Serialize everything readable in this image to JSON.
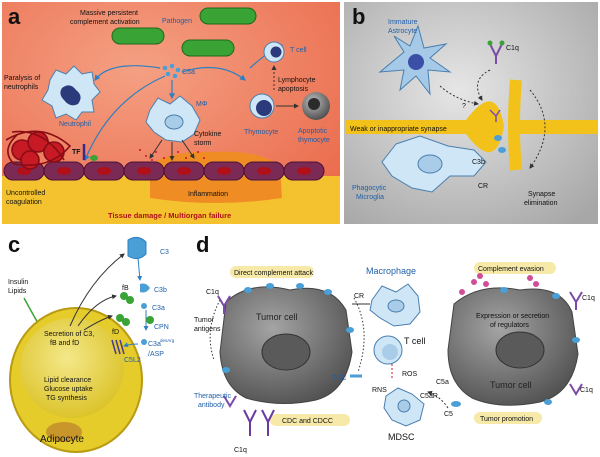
{
  "panels": {
    "a": {
      "label": "a",
      "texts": {
        "pathogen": "Pathogen",
        "massive": "Massive persistent",
        "complement_activation": "complement activation",
        "c5a": "C5a",
        "paralysis1": "Paralysis of",
        "paralysis2": "neutrophils",
        "neutrophil": "Neutrophil",
        "mphi": "MΦ",
        "t_cell": "T cell",
        "lymph1": "Lymphocyte",
        "lymph2": "apoptosis",
        "cyto1": "Cytokine",
        "cyto2": "storm",
        "thymocyte": "Thymocyte",
        "apop1": "Apoptotic",
        "apop2": "thymocyte",
        "tf": "TF",
        "uncontrolled1": "Uncontrolled",
        "uncontrolled2": "coagulation",
        "inflammation": "Inflammation",
        "tissue": "Tissue damage / Multiorgan failure"
      }
    },
    "b": {
      "label": "b",
      "texts": {
        "immature1": "Immature",
        "immature2": "Astrocyte",
        "c1q": "C1q",
        "weak": "Weak or inappropriate synapse",
        "q": "?",
        "phago1": "Phagocytic",
        "phago2": "Microglia",
        "c3b": "C3b",
        "cr": "CR",
        "syn1": "Synapse",
        "syn2": "elimination"
      }
    },
    "c": {
      "label": "c",
      "texts": {
        "insulin": "Insulin",
        "lipids": "Lipids",
        "c3": "C3",
        "fb": "fB",
        "fd": "fD",
        "sec1": "Secretion of C3,",
        "sec2": "fB and fD",
        "c3b": "C3b",
        "c3a": "C3a",
        "cpn": "CPN",
        "desarg": "C3a",
        "desarg_sup": "desArg",
        "asp": "/ASP",
        "c5l2": "C5L2",
        "lipid1": "Lipid clearance",
        "lipid2": "Glucose uptake",
        "lipid3": "TG synthesis",
        "adipocyte": "Adipocyte"
      }
    },
    "d": {
      "label": "d",
      "texts": {
        "direct": "Direct complement attack",
        "macrophage": "Macrophage",
        "evasion": "Complement evasion",
        "c1q": "C1q",
        "tumor_cell": "Tumor cell",
        "tumor_antigens1": "Tumor",
        "tumor_antigens2": "antigens",
        "cr": "CR",
        "tcc": "TCC",
        "t_cell": "T cell",
        "expr1": "Expression or secretion",
        "expr2": "of regulators",
        "therapeutic1": "Therapeutic",
        "therapeutic2": "antibody",
        "ros": "ROS",
        "rns": "RNS",
        "c5a": "C5a",
        "c5ar": "C5aR",
        "c5": "C5",
        "mdsc": "MDSC",
        "cdc": "CDC and CDCC",
        "promotion": "Tumor promotion"
      }
    }
  },
  "colors": {
    "panel_a_bg": "#f07e60",
    "panel_b_bg": "#b8b8b8",
    "cell_blue": "#cfe6f6",
    "tumor_gray": "#6f6f6f",
    "adipocyte_yellow": "#e5cc2a",
    "complement_blue": "#4a9fd6",
    "pathogen_green": "#3aa335",
    "tissue_red": "#b0101a"
  }
}
